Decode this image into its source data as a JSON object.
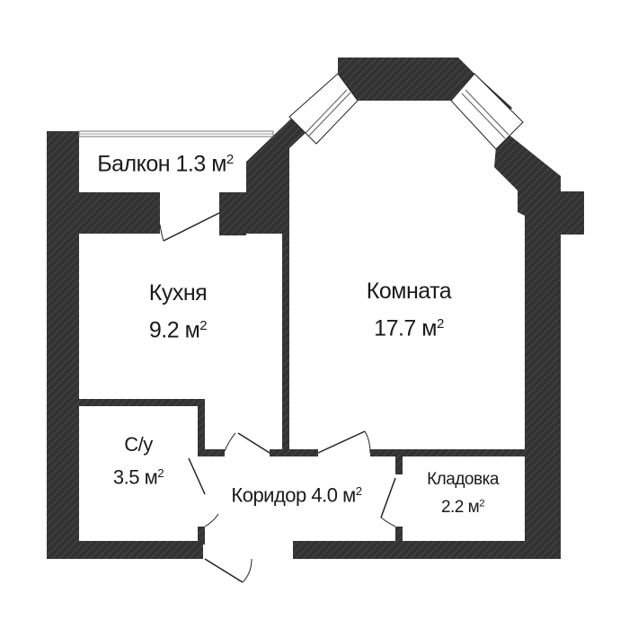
{
  "plan": {
    "colors": {
      "wall": "#333333",
      "wall_hatch": "#555555",
      "background": "#ffffff",
      "window_frame": "#888888",
      "door_line": "#222222"
    },
    "rooms": {
      "balcony": {
        "name": "Балкон",
        "area": "1.3",
        "unit": "м"
      },
      "kitchen": {
        "name": "Кухня",
        "area": "9.2",
        "unit": "м"
      },
      "room": {
        "name": "Комната",
        "area": "17.7",
        "unit": "м"
      },
      "bathroom": {
        "name": "С/у",
        "area": "3.5",
        "unit": "м"
      },
      "corridor": {
        "name": "Коридор",
        "area": "4.0",
        "unit": "м"
      },
      "storage": {
        "name": "Кладовка",
        "area": "2.2",
        "unit": "м"
      }
    },
    "area_exponent": "2"
  }
}
